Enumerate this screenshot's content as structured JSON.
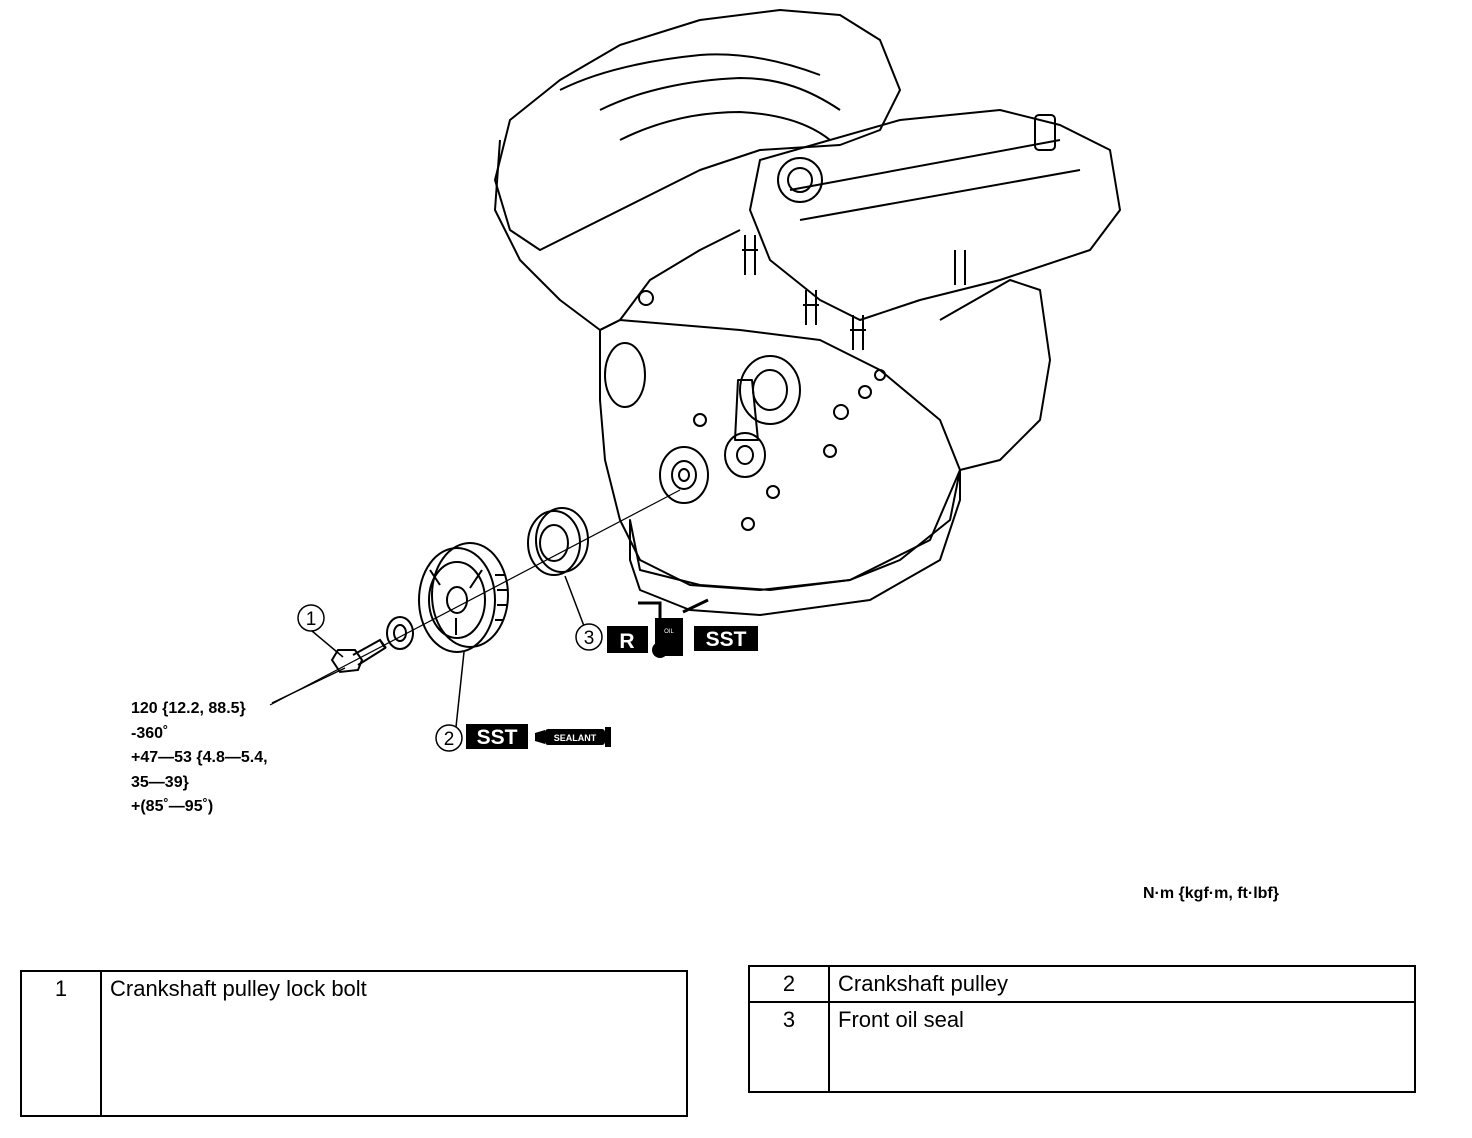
{
  "callouts": [
    {
      "number": "1",
      "part": "Crankshaft pulley lock bolt"
    },
    {
      "number": "2",
      "part": "Crankshaft pulley",
      "badges": [
        "SST",
        "SEALANT"
      ]
    },
    {
      "number": "3",
      "part": "Front oil seal",
      "badges": [
        "R",
        "OIL",
        "SST"
      ]
    }
  ],
  "torque_spec": {
    "lines": [
      "120 {12.2, 88.5}",
      "-360˚",
      "+47—53 {4.8—5.4,",
      "35—39}",
      "+(85˚—95˚)"
    ]
  },
  "units_note": "N·m {kgf·m, ft·lbf}",
  "parts_table_left": [
    {
      "num": "1",
      "name": "Crankshaft pulley lock bolt"
    }
  ],
  "parts_table_right": [
    {
      "num": "2",
      "name": "Crankshaft pulley"
    },
    {
      "num": "3",
      "name": "Front oil seal"
    }
  ],
  "colors": {
    "line": "#000000",
    "badge_bg": "#000000",
    "badge_text": "#ffffff"
  }
}
